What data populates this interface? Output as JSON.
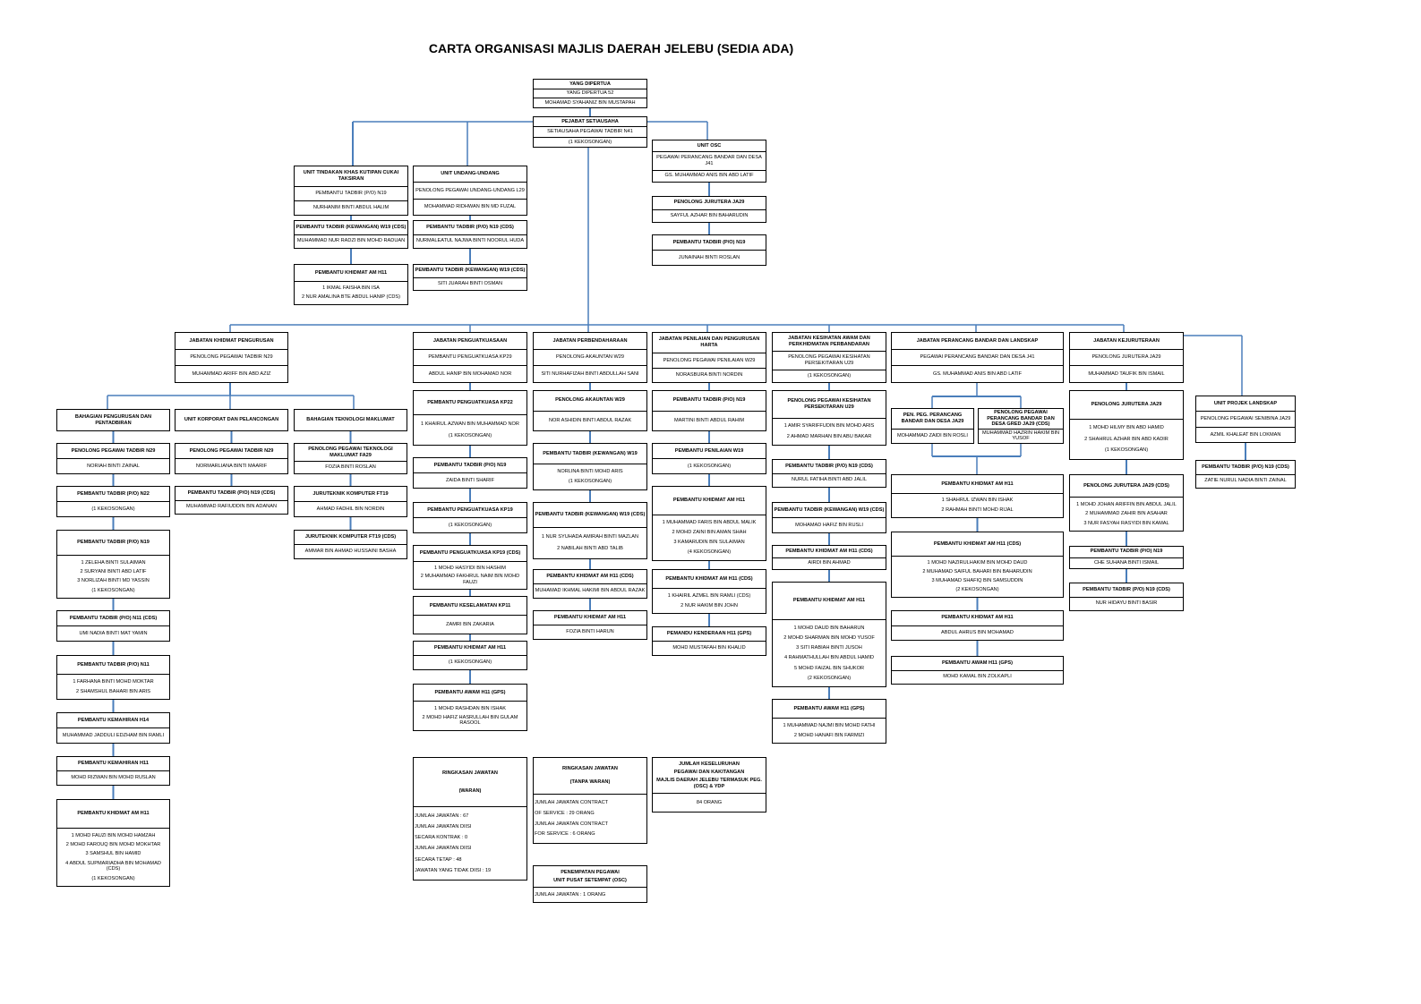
{
  "title": "CARTA ORGANISASI MAJLIS DAERAH JELEBU (SEDIA ADA)",
  "line_color": "#4a7ebb",
  "boxes": [
    {
      "id": "ydp",
      "sections": [
        [
          "YANG DIPERTUA"
        ],
        [
          "YANG DIPERTUA 52"
        ],
        [
          "MOHAMAD SYAHANIZ BIN MUSTAPAH"
        ]
      ]
    },
    {
      "id": "setiausaha",
      "sections": [
        [
          "PEJABAT SETIAUSAHA"
        ],
        [
          "SETIAUSAHA PEGAWAI TADBIR N41"
        ],
        [
          "(1 KEKOSONGAN)"
        ]
      ]
    },
    {
      "id": "osc1",
      "sections": [
        [
          "UNIT OSC"
        ],
        [
          "PEGAWAI PERANCANG BANDAR DAN DESA J41"
        ],
        [
          "GS. MUHAMMAD ANIS BIN ABD LATIF"
        ]
      ]
    },
    {
      "id": "osc2",
      "sections": [
        [
          "PENOLONG JURUTERA JA29"
        ],
        [
          "SAYFUL AZHAR BIN BAHARUDIN"
        ]
      ]
    },
    {
      "id": "osc3",
      "sections": [
        [
          "PEMBANTU TADBIR (P/O) N19"
        ],
        [
          "JUNAINAH BINTI ROSLAN"
        ]
      ]
    },
    {
      "id": "tk1",
      "sections": [
        [
          "UNIT TINDAKAN KHAS KUTIPAN CUKAI TAKSIRAN"
        ],
        [
          "PEMBANTU TADBIR (P/O) N19"
        ],
        [
          "NURHANIM BINTI ABDUL HALIM"
        ]
      ]
    },
    {
      "id": "tk2",
      "sections": [
        [
          "PEMBANTU TADBIR (KEWANGAN) W19 (CDS)"
        ],
        [
          "MUHAMMAD NUR RADZI BIN MOHD RADUAN"
        ]
      ]
    },
    {
      "id": "tk3",
      "sections": [
        [
          "PEMBANTU KHIDMAT AM H11"
        ],
        [
          "1 IKMAL FAISHA BIN ISA",
          "2 NUR AMALINA BTE ABDUL HANIP (CDS)"
        ]
      ]
    },
    {
      "id": "uu1",
      "sections": [
        [
          "UNIT UNDANG-UNDANG"
        ],
        [
          "PENOLONG PEGAWAI UNDANG-UNDANG L29"
        ],
        [
          "MOHAMMAD RIDHWAN BIN MD FUZAL"
        ]
      ]
    },
    {
      "id": "uu2",
      "sections": [
        [
          "PEMBANTU TADBIR (P/O) N19 (CDS)"
        ],
        [
          "NURMALEATUL NAJWA BINTI NOORUL HUDA"
        ]
      ]
    },
    {
      "id": "uu3",
      "sections": [
        [
          "PEMBANTU TADBIR (KEWANGAN) W19 (CDS)"
        ],
        [
          "SITI JUARAH BINTI OSMAN"
        ]
      ]
    },
    {
      "id": "jkp",
      "sections": [
        [
          "JABATAN KHIDMAT PENGURUSAN"
        ],
        [
          "PENOLONG PEGAWAI TADBIR N29"
        ],
        [
          "MUHAMMAD ARIFF BIN ABD AZIZ"
        ]
      ]
    },
    {
      "id": "bp0",
      "sections": [
        [
          "BAHAGIAN PENGURUSAN DAN PENTADBIRAN"
        ]
      ]
    },
    {
      "id": "bp1",
      "sections": [
        [
          "PENOLONG PEGAWAI TADBIR N29"
        ],
        [
          "NORIAH BINTI ZAINAL"
        ]
      ]
    },
    {
      "id": "bp2",
      "sections": [
        [
          "PEMBANTU TADBIR (P/O) N22"
        ],
        [
          "(1 KEKOSONGAN)"
        ]
      ]
    },
    {
      "id": "bp3",
      "sections": [
        [
          "PEMBANTU TADBIR (P/O) N19"
        ],
        [
          "1 ZELEHA BINTI SULAIMAN",
          "2 SURYANI BINTI ABD LATIF",
          "3 NORLIZAH BINTI MD YASSIN",
          "(1 KEKOSONGAN)"
        ]
      ]
    },
    {
      "id": "bp4",
      "sections": [
        [
          "PEMBANTU TADBIR (P/O) N11 (CDS)"
        ],
        [
          "UMI NADIA BINTI MAT YAMIN"
        ]
      ]
    },
    {
      "id": "bp5",
      "sections": [
        [
          "PEMBANTU TADBIR (P/O) N11"
        ],
        [
          "1 FARHANA BINTI MOHD MOKTAR",
          "2 SHAMSHUL BAHARI BIN ARIS"
        ]
      ]
    },
    {
      "id": "bp6",
      "sections": [
        [
          "PEMBANTU KEMAHIRAN H14"
        ],
        [
          "MUHAMMAD JADDULI EDZHAM BIN RAMLI"
        ]
      ]
    },
    {
      "id": "bp7",
      "sections": [
        [
          "PEMBANTU KEMAHIRAN H11"
        ],
        [
          "MOHD RIZWAN BIN MOHD RUSLAN"
        ]
      ]
    },
    {
      "id": "bp8",
      "sections": [
        [
          "PEMBANTU KHIDMAT AM H11"
        ],
        [
          "1 MOHD FAUZI BIN MOHD HAMZAH",
          "2 MOHD FAROUQ BIN MOHD MOKHTAR",
          "3 SAMSHUL BIN HAMID",
          "4 ABDUL SUPMARIADHA BIN MOHAMAD (CDS)",
          "(1 KEKOSONGAN)"
        ]
      ]
    },
    {
      "id": "kp0",
      "sections": [
        [
          "UNIT KORPORAT DAN PELANCONGAN"
        ]
      ]
    },
    {
      "id": "kp1",
      "sections": [
        [
          "PENOLONG PEGAWAI TADBIR N29"
        ],
        [
          "NORMARLIANA BINTI MAARIF"
        ]
      ]
    },
    {
      "id": "kp2",
      "sections": [
        [
          "PEMBANTU TADBIR (P/O) N19 (CDS)"
        ],
        [
          "MUHAMMAD RAFIUDDIN BIN ADANAN"
        ]
      ]
    },
    {
      "id": "tm0",
      "sections": [
        [
          "BAHAGIAN TEKNOLOGI MAKLUMAT"
        ]
      ]
    },
    {
      "id": "tm1",
      "sections": [
        [
          "PENOLONG PEGAWAI TEKNOLOGI MAKLUMAT FA29"
        ],
        [
          "FOZIA BINTI ROSLAN"
        ]
      ]
    },
    {
      "id": "tm2",
      "sections": [
        [
          "JURUTEKNIK KOMPUTER FT19"
        ],
        [
          "AHMAD FADHIL BIN NORDIN"
        ]
      ]
    },
    {
      "id": "tm3",
      "sections": [
        [
          "JURUTEKNIK KOMPUTER FT19 (CDS)"
        ],
        [
          "AMMAR BIN AHMAD HUSSAINI BASHA"
        ]
      ]
    },
    {
      "id": "pk1",
      "sections": [
        [
          "JABATAN PENGUATKUASAAN"
        ],
        [
          "PEMBANTU PENGUATKUASA KP29"
        ],
        [
          "ABDUL HANIP BIN MOHAMAD NOR"
        ]
      ]
    },
    {
      "id": "pk2",
      "sections": [
        [
          "PEMBANTU PENGUATKUASA KP22"
        ],
        [
          "1 KHAIRUL AZWAN BIN MUHAMMAD NOR",
          "(1 KEKOSONGAN)"
        ]
      ]
    },
    {
      "id": "pk3",
      "sections": [
        [
          "PEMBANTU TADBIR (P/O) N19"
        ],
        [
          "ZAIDA BINTI SHARIF"
        ]
      ]
    },
    {
      "id": "pk4",
      "sections": [
        [
          "PEMBANTU PENGUATKUASA KP19"
        ],
        [
          "(1 KEKOSONGAN)"
        ]
      ]
    },
    {
      "id": "pk5",
      "sections": [
        [
          "PEMBANTU PENGUATKUASA KP19 (CDS)"
        ],
        [
          "1 MOHD HASYIDI BIN HASHIM",
          "2 MUHAMMAD FAKHRUL NAIM BIN MOHD FAUZI"
        ]
      ]
    },
    {
      "id": "pk6",
      "sections": [
        [
          "PEMBANTU KESELAMATAN KP11"
        ],
        [
          "ZAMRI BIN ZAKARIA"
        ]
      ]
    },
    {
      "id": "pk7",
      "sections": [
        [
          "PEMBANTU KHIDMAT AM H11"
        ],
        [
          "(1 KEKOSONGAN)"
        ]
      ]
    },
    {
      "id": "pk8",
      "sections": [
        [
          "PEMBANTU AWAM H11 (GPS)"
        ],
        [
          "1 MOHD RASHDAN BIN ISHAK",
          "2 MOHD HAFIZ HASRULLAH BIN GULAM RASOOL"
        ]
      ]
    },
    {
      "id": "pb1",
      "sections": [
        [
          "JABATAN PERBENDAHARAAN"
        ],
        [
          "PENOLONG AKAUNTAN W29"
        ],
        [
          "SITI NURHAFIZAH BINTI ABDULLAH SANI"
        ]
      ]
    },
    {
      "id": "pb2",
      "sections": [
        [
          "PENOLONG AKAUNTAN W29"
        ],
        [
          "NOR ASHIDIN BINTI ABDUL RAZAK"
        ]
      ]
    },
    {
      "id": "pb3",
      "sections": [
        [
          "PEMBANTU TADBIR (KEWANGAN) W19"
        ],
        [
          "NORLINA BINTI MOHD ARIS",
          "(1 KEKOSONGAN)"
        ]
      ]
    },
    {
      "id": "pb4",
      "sections": [
        [
          "PEMBANTU TADBIR (KEWANGAN) W19 (CDS)"
        ],
        [
          "1 NUR SYUHADA AMIRAH BINTI MAZLAN",
          "2 NABILAH BINTI ABD TALIB"
        ]
      ]
    },
    {
      "id": "pb5",
      "sections": [
        [
          "PEMBANTU KHIDMAT AM H11 (CDS)"
        ],
        [
          "MUHAMAD IKHMAL HAKIMI BIN ABDUL RAZAK"
        ]
      ]
    },
    {
      "id": "pb6",
      "sections": [
        [
          "PEMBANTU KHIDMAT AM H11"
        ],
        [
          "FOZIA BINTI HARUN"
        ]
      ]
    },
    {
      "id": "pn1",
      "sections": [
        [
          "JABATAN PENILAIAN DAN PENGURUSAN HARTA"
        ],
        [
          "PENOLONG PEGAWAI PENILAIAN W29"
        ],
        [
          "NORASBURA BINTI NORDIN"
        ]
      ]
    },
    {
      "id": "pn2",
      "sections": [
        [
          "PEMBANTU TADBIR (P/O) N19"
        ],
        [
          "MARTINI BINTI ABDUL RAHIM"
        ]
      ]
    },
    {
      "id": "pn3",
      "sections": [
        [
          "PEMBANTU PENILAIAN W19"
        ],
        [
          "(1 KEKOSONGAN)"
        ]
      ]
    },
    {
      "id": "pn4",
      "sections": [
        [
          "PEMBANTU KHIDMAT AM H11"
        ],
        [
          "1 MUHAMMAD FARIS BIN ABDUL MALIK",
          "2 MOHD ZAINI BIN AMAN SHAH",
          "3 KAMARUDIN BIN SULAIMAN",
          "(4 KEKOSONGAN)"
        ]
      ]
    },
    {
      "id": "pn5",
      "sections": [
        [
          "PEMBANTU KHIDMAT AM H11 (CDS)"
        ],
        [
          "1 KHAIRIL AZMEL BIN RAMLI (CDS)",
          "2 NUR HAKIM BIN JOHN"
        ]
      ]
    },
    {
      "id": "pn6",
      "sections": [
        [
          "PEMANDU KENDERAAN H11 (GPS)"
        ],
        [
          "MOHD MUSTAFAH BIN KHALID"
        ]
      ]
    },
    {
      "id": "ks1",
      "sections": [
        [
          "JABATAN KESIHATAN AWAM DAN PERKHIDMATAN PERBANDARAN"
        ],
        [
          "PENOLONG PEGAWAI KESIHATAN PERSEKITARAN U29"
        ],
        [
          "(1 KEKOSONGAN)"
        ]
      ]
    },
    {
      "id": "ks2",
      "sections": [
        [
          "PENOLONG PEGAWAI KESIHATAN PERSEKITARAN U29"
        ],
        [
          "1 AMIR SYARIFFUDIN BIN MOHD ARIS",
          "2 AHMAD MARHAN BIN ABU BAKAR"
        ]
      ]
    },
    {
      "id": "ks3",
      "sections": [
        [
          "PEMBANTU TADBIR (P/O) N19 (CDS)"
        ],
        [
          "NURUL FATIHA BINTI ABD JALIL"
        ]
      ]
    },
    {
      "id": "ks4",
      "sections": [
        [
          "PEMBANTU TADBIR (KEWANGAN) W19 (CDS)"
        ],
        [
          "MOHAMAD HAFIZ BIN RUSLI"
        ]
      ]
    },
    {
      "id": "ks5",
      "sections": [
        [
          "PEMBANTU KHIDMAT AM H11 (CDS)"
        ],
        [
          "AIRDI BIN AHMAD"
        ]
      ]
    },
    {
      "id": "ks6",
      "sections": [
        [
          "PEMBANTU KHIDMAT AM H11"
        ],
        [
          "1 MOHD DAUD BIN BAHARUN",
          "2 MOHD SHARMAN BIN MOHD YUSOF",
          "3 SITI RABIAH BINTI JUSOH",
          "4 RAHMATHULLAH BIN ABDUL HAMID",
          "5 MOHD FAIZAL BIN SHUKOR",
          "(2 KEKOSONGAN)"
        ]
      ]
    },
    {
      "id": "ks7",
      "sections": [
        [
          "PEMBANTU AWAM H11 (GPS)"
        ],
        [
          "1 MUHAMMAD NAJMI BIN MOHD FATHI",
          "2 MOHD HANAFI BIN FARMIZI"
        ]
      ]
    },
    {
      "id": "pr1",
      "sections": [
        [
          "JABATAN PERANCANG BANDAR DAN LANDSKAP"
        ],
        [
          "PEGAWAI PERANCANG BANDAR DAN DESA J41"
        ],
        [
          "GS. MUHAMMAD ANIS BIN ABD LATIF"
        ]
      ]
    },
    {
      "id": "prL",
      "sections": [
        [
          "PEN. PEG. PERANCANG BANDAR DAN DESA JA29"
        ],
        [
          "MOHAMMAD ZAIDI BIN ROSLI"
        ]
      ]
    },
    {
      "id": "prR",
      "sections": [
        [
          "PENOLONG PEGAWAI PERANCANG BANDAR DAN DESA GRED JA29 (CDS)"
        ],
        [
          "MUHAMMAD HAZRIN HAKIM BIN YUSOF"
        ]
      ]
    },
    {
      "id": "pr2",
      "sections": [
        [
          "PEMBANTU KHIDMAT AM H11"
        ],
        [
          "1 SHAHRUL IZWAN BIN ISHAK",
          "2 RAHMAH BINTI MOHD RIJAL"
        ]
      ]
    },
    {
      "id": "pr3",
      "sections": [
        [
          "PEMBANTU KHIDMAT AM H11 (CDS)"
        ],
        [
          "1 MOHD NAZIRULHAKIM BIN MOHD DAUD",
          "2 MUHAMAD SAIFUL BAHARI BIN BAHARUDIN",
          "3 MUHAMAD SHAFIQ BIN SAMSUDDIN",
          "(2 KEKOSONGAN)"
        ]
      ]
    },
    {
      "id": "pr4",
      "sections": [
        [
          "PEMBANTU KHIDMAT AM H11"
        ],
        [
          "ABDUL AHRUS BIN MOHAMAD"
        ]
      ]
    },
    {
      "id": "pr5",
      "sections": [
        [
          "PEMBANTU AWAM H11 (GPS)"
        ],
        [
          "MOHD KAMAL BIN ZOLKAPLI"
        ]
      ]
    },
    {
      "id": "kj1",
      "sections": [
        [
          "JABATAN KEJURUTERAAN"
        ],
        [
          "PENOLONG JURUTERA JA29"
        ],
        [
          "MUHAMMAD TAUFIK BIN ISMAIL"
        ]
      ]
    },
    {
      "id": "kj2",
      "sections": [
        [
          "PENOLONG JURUTERA JA29"
        ],
        [
          "1 MOHD HILMY BIN ABD HAMID",
          "2 SHAHRUL AZHAR BIN ABD KADIR",
          "(1 KEKOSONGAN)"
        ]
      ]
    },
    {
      "id": "kj3",
      "sections": [
        [
          "PENOLONG JURUTERA JA29 (CDS)"
        ],
        [
          "1 MOHD JOHAN ARIFFIN BIN ABDUL JALIL",
          "2 MUHAMMAD ZAHIR BIN ASAHAR",
          "3 NUR FASYAH RASYIDI BIN KAMAL"
        ]
      ]
    },
    {
      "id": "kj4",
      "sections": [
        [
          "PEMBANTU TADBIR (P/O) N19"
        ],
        [
          "CHE SUHANA BINTI ISMAIL"
        ]
      ]
    },
    {
      "id": "kj5",
      "sections": [
        [
          "PEMBANTU TADBIR (P/O) N19 (CDS)"
        ],
        [
          "NUR HIDAYU BINTI BASIR"
        ]
      ]
    },
    {
      "id": "pl1",
      "sections": [
        [
          "UNIT PROJEK LANDSKAP"
        ],
        [
          "PENOLONG PEGAWAI SENIBINA JA29"
        ],
        [
          "AZMIL KHALEAT BIN LOKMAN"
        ]
      ]
    },
    {
      "id": "pl2",
      "sections": [
        [
          "PEMBANTU TADBIR (P/O) N19 (CDS)"
        ],
        [
          "ZATIE NURUL NADIA BINTI ZAINAL"
        ]
      ]
    },
    {
      "id": "sumWaran",
      "sections": [
        [
          "RINGKASAN JAWATAN",
          "(WARAN)"
        ],
        [
          "JUMLAH JAWATAN : 67",
          "JUMLAH JAWATAN DIISI",
          "SECARA KONTRAK : 0",
          "JUMLAH JAWATAN DIISI",
          "SECARA TETAP : 48",
          "JAWATAN YANG TIDAK DIISI : 19"
        ]
      ]
    },
    {
      "id": "sumTanpa",
      "sections": [
        [
          "RINGKASAN JAWATAN",
          "(TANPA WARAN)"
        ],
        [
          "JUMLAH JAWATAN CONTRACT",
          "OF SERVICE : 29 ORANG",
          "JUMLAH JAWATAN CONTRACT",
          "FOR SERVICE : 6 ORANG"
        ]
      ]
    },
    {
      "id": "sumOsc",
      "sections": [
        [
          "PENEMPATAN PEGAWAI",
          "UNIT PUSAT SETEMPAT (OSC)"
        ],
        [
          "JUMLAH JAWATAN : 1 ORANG"
        ]
      ]
    },
    {
      "id": "sumTotal",
      "sections": [
        [
          "JUMLAH KESELURUHAN",
          "PEGAWAI DAN KAKITANGAN",
          "MAJLIS DAERAH JELEBU TERMASUK PEG. (OSC) & YDP"
        ],
        [
          "84 ORANG"
        ]
      ]
    }
  ]
}
